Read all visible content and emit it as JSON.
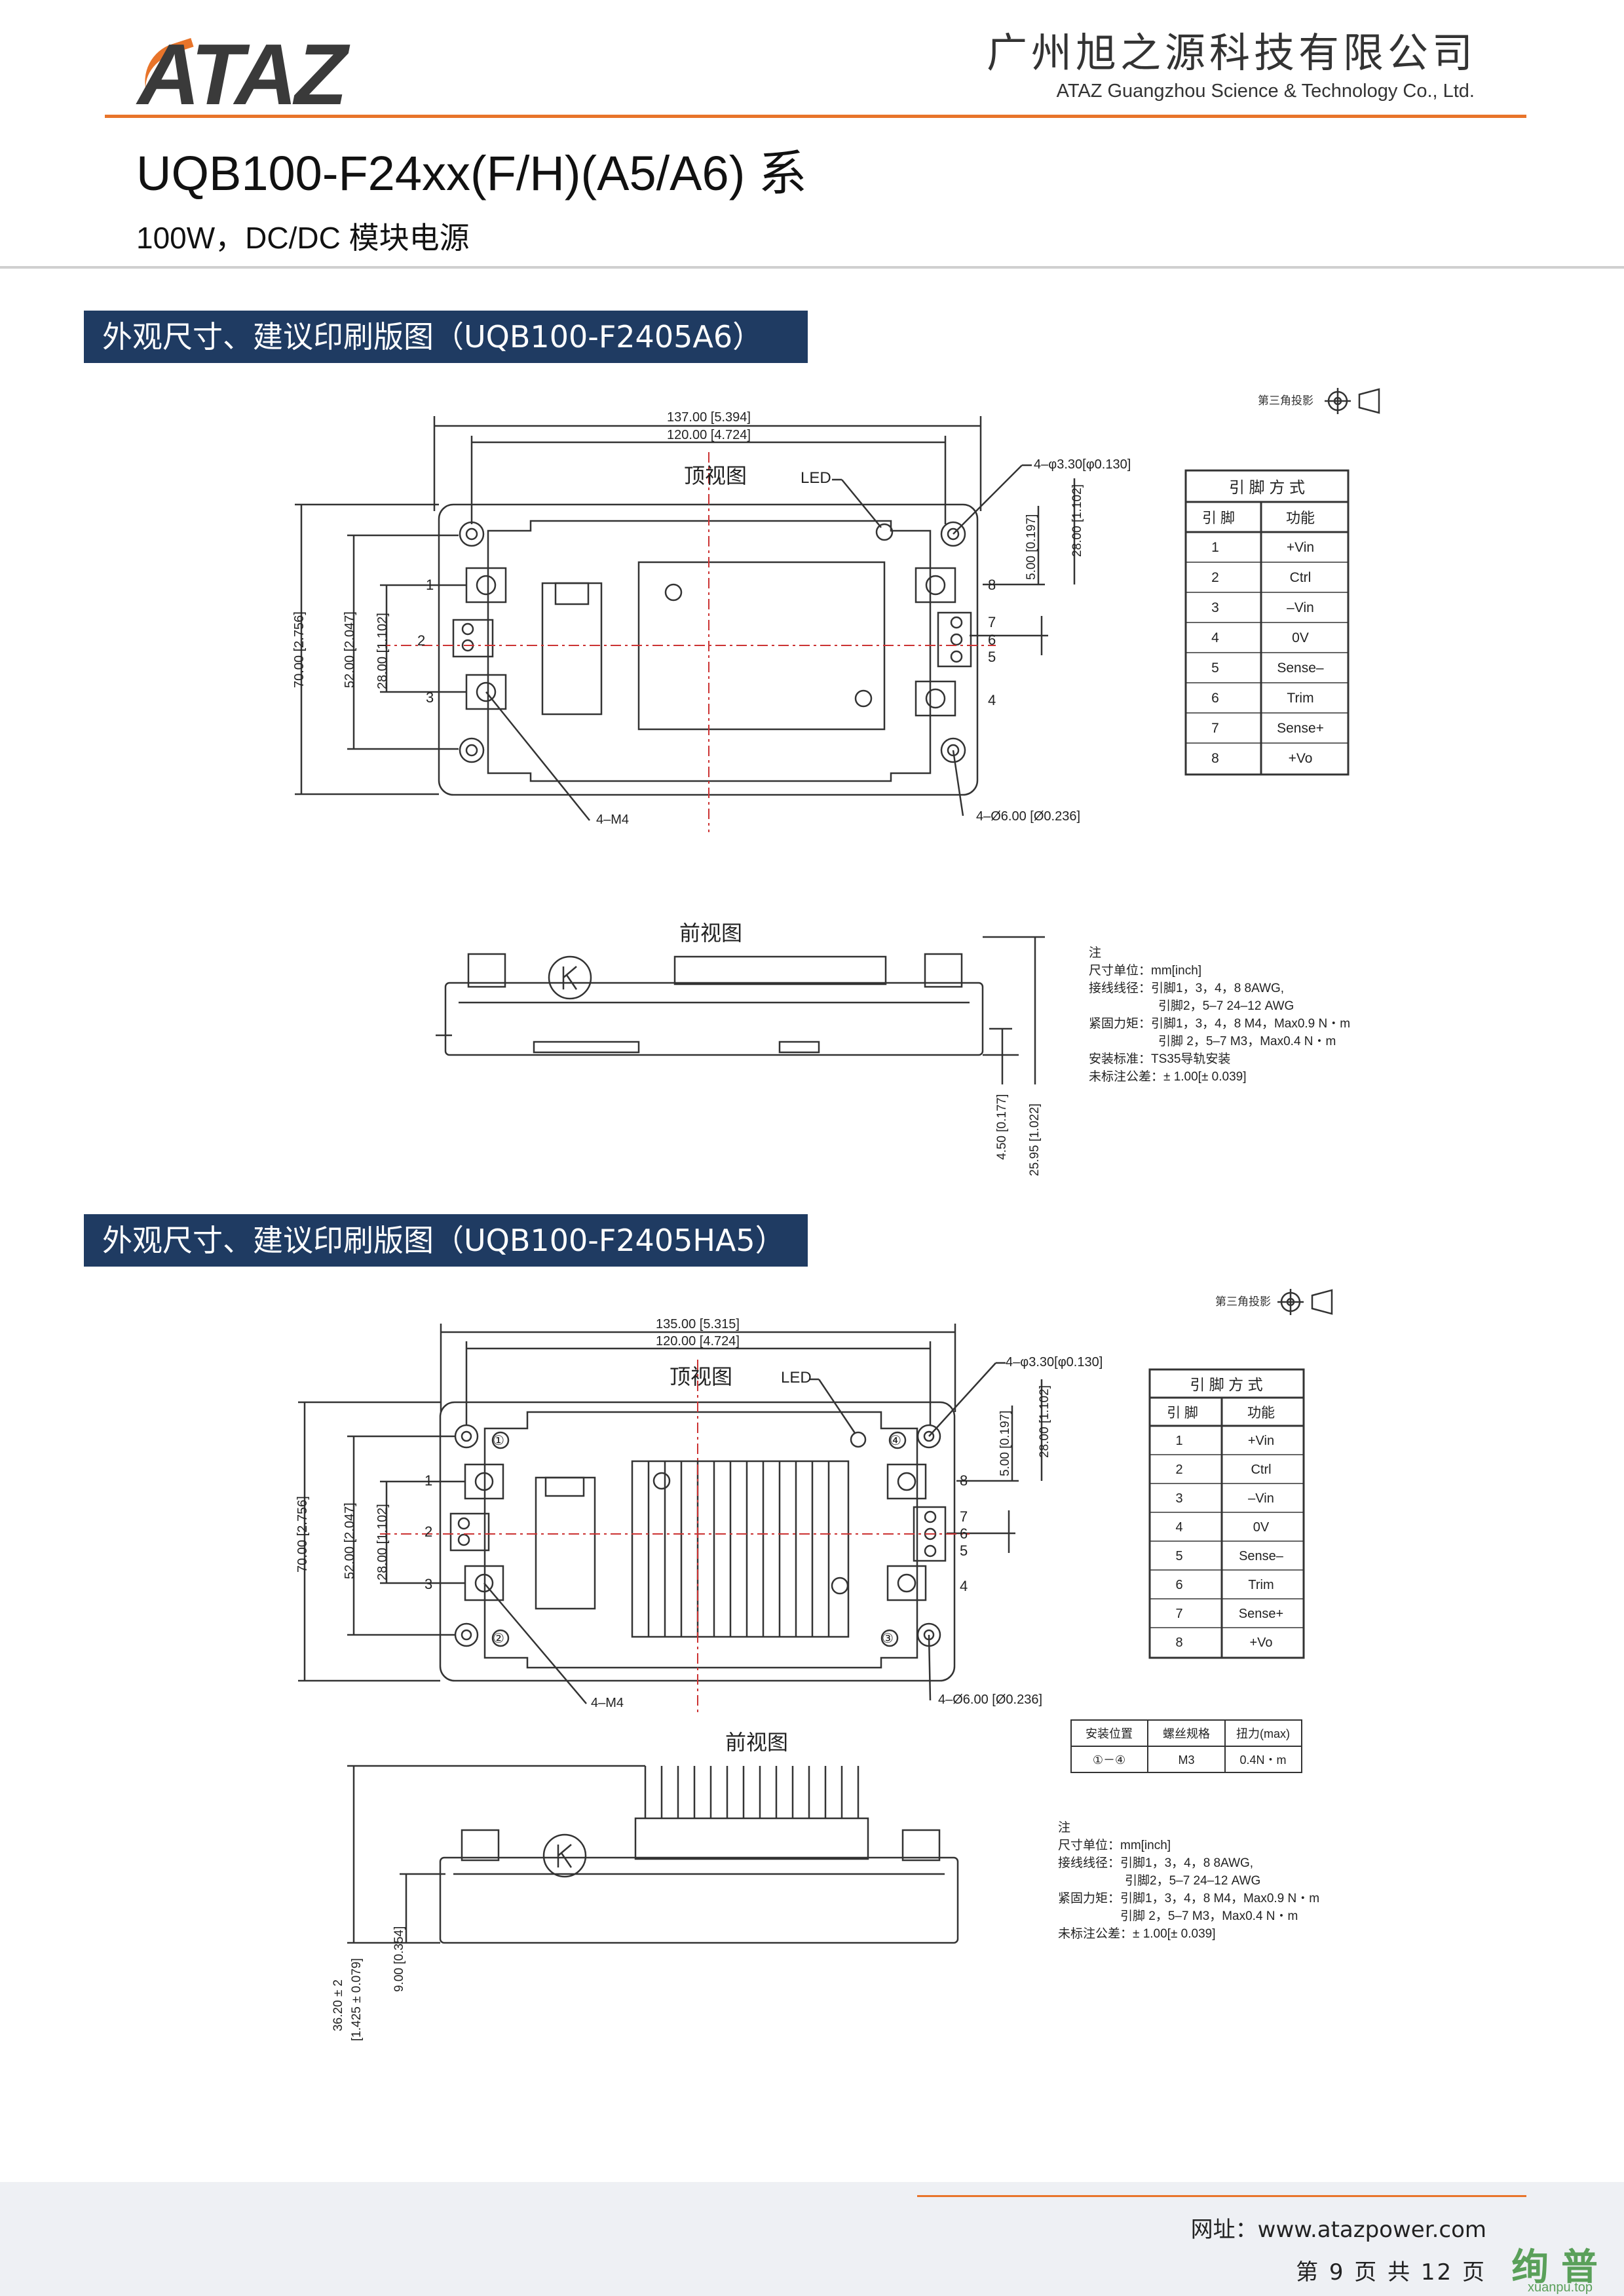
{
  "header": {
    "logo_text": "ATAZ",
    "company_cn": "广州旭之源科技有限公司",
    "company_en": "ATAZ Guangzhou Science & Technology Co., Ltd.",
    "series_title": "UQB100-F24xx(F/H)(A5/A6) 系",
    "series_subtitle": "100W，DC/DC 模块电源"
  },
  "section1": {
    "banner": "外观尺寸、建议印刷版图（UQB100-F2405A6）",
    "projection": "第三角投影",
    "top_view": "顶视图",
    "front_view": "前视图",
    "led": "LED",
    "dims": {
      "overall_width": "137.00 [5.394]",
      "mount_width": "120.00 [4.724]",
      "hole": "4–φ3.30[φ0.130]",
      "offset5": "5.00 [0.197]",
      "offset28r": "28.00 [1.102]",
      "height70": "70.00 [2.756]",
      "height52": "52.00 [2.047]",
      "height28": "28.00 [1.102]",
      "m4": "4–M4",
      "d6": "4–Ø6.00 [Ø0.236]",
      "h450": "4.50 [0.177]",
      "h2595": "25.95 [1.022]"
    },
    "pin_labels_left": [
      "1",
      "2",
      "3"
    ],
    "pin_labels_right": [
      "8",
      "7",
      "6",
      "5",
      "4"
    ],
    "notes": [
      "注",
      "尺寸单位：mm[inch]",
      "接线线径：引脚1，3，4，8 8AWG,",
      "引脚2，5–7 24–12 AWG",
      "紧固力矩：引脚1，3，4，8 M4，Max0.9 N・m",
      "引脚 2，5–7 M3，Max0.4 N・m",
      "安装标准：TS35导轨安装",
      "未标注公差：± 1.00[± 0.039]"
    ]
  },
  "pin_table": {
    "title": "引 脚 方 式",
    "headers": [
      "引 脚",
      "功能"
    ],
    "rows": [
      [
        "1",
        "+Vin"
      ],
      [
        "2",
        "Ctrl"
      ],
      [
        "3",
        "–Vin"
      ],
      [
        "4",
        "0V"
      ],
      [
        "5",
        "Sense–"
      ],
      [
        "6",
        "Trim"
      ],
      [
        "7",
        "Sense+"
      ],
      [
        "8",
        "+Vo"
      ]
    ]
  },
  "section2": {
    "banner": "外观尺寸、建议印刷版图（UQB100-F2405HA5）",
    "projection": "第三角投影",
    "top_view": "顶视图",
    "front_view": "前视图",
    "led": "LED",
    "dims": {
      "overall_width": "135.00 [5.315]",
      "mount_width": "120.00 [4.724]",
      "hole": "4–φ3.30[φ0.130]",
      "offset5": "5.00 [0.197]",
      "offset28r": "28.00 [1.102]",
      "height70": "70.00 [2.756]",
      "height52": "52.00 [2.047]",
      "height28": "28.00 [1.102]",
      "m4": "4–M4",
      "d6": "4–Ø6.00 [Ø0.236]",
      "h900": "9.00 [0.354]",
      "h3620": "36.20 ± 2",
      "h3620in": "[1.425 ± 0.079]"
    },
    "pin_labels_left": [
      "1",
      "2",
      "3"
    ],
    "pin_labels_right": [
      "8",
      "7",
      "6",
      "5",
      "4"
    ],
    "corner_marks": [
      "①",
      "②",
      "③",
      "④"
    ],
    "install_table": {
      "headers": [
        "安装位置",
        "螺丝规格",
        "扭力(max)"
      ],
      "row": [
        "①－④",
        "M3",
        "0.4N・m"
      ]
    },
    "notes": [
      "注",
      "尺寸单位：mm[inch]",
      "接线线径：引脚1，3，4，8 8AWG,",
      "引脚2，5–7 24–12 AWG",
      "紧固力矩：引脚1，3，4，8 M4，Max0.9 N・m",
      "引脚 2，5–7 M3，Max0.4 N・m",
      "未标注公差：± 1.00[± 0.039]"
    ]
  },
  "footer": {
    "website": "网址：www.atazpower.com",
    "page": "第 9 页 共 12 页",
    "watermark": "绚 普",
    "watermark_sub": "xuanpu.top"
  }
}
